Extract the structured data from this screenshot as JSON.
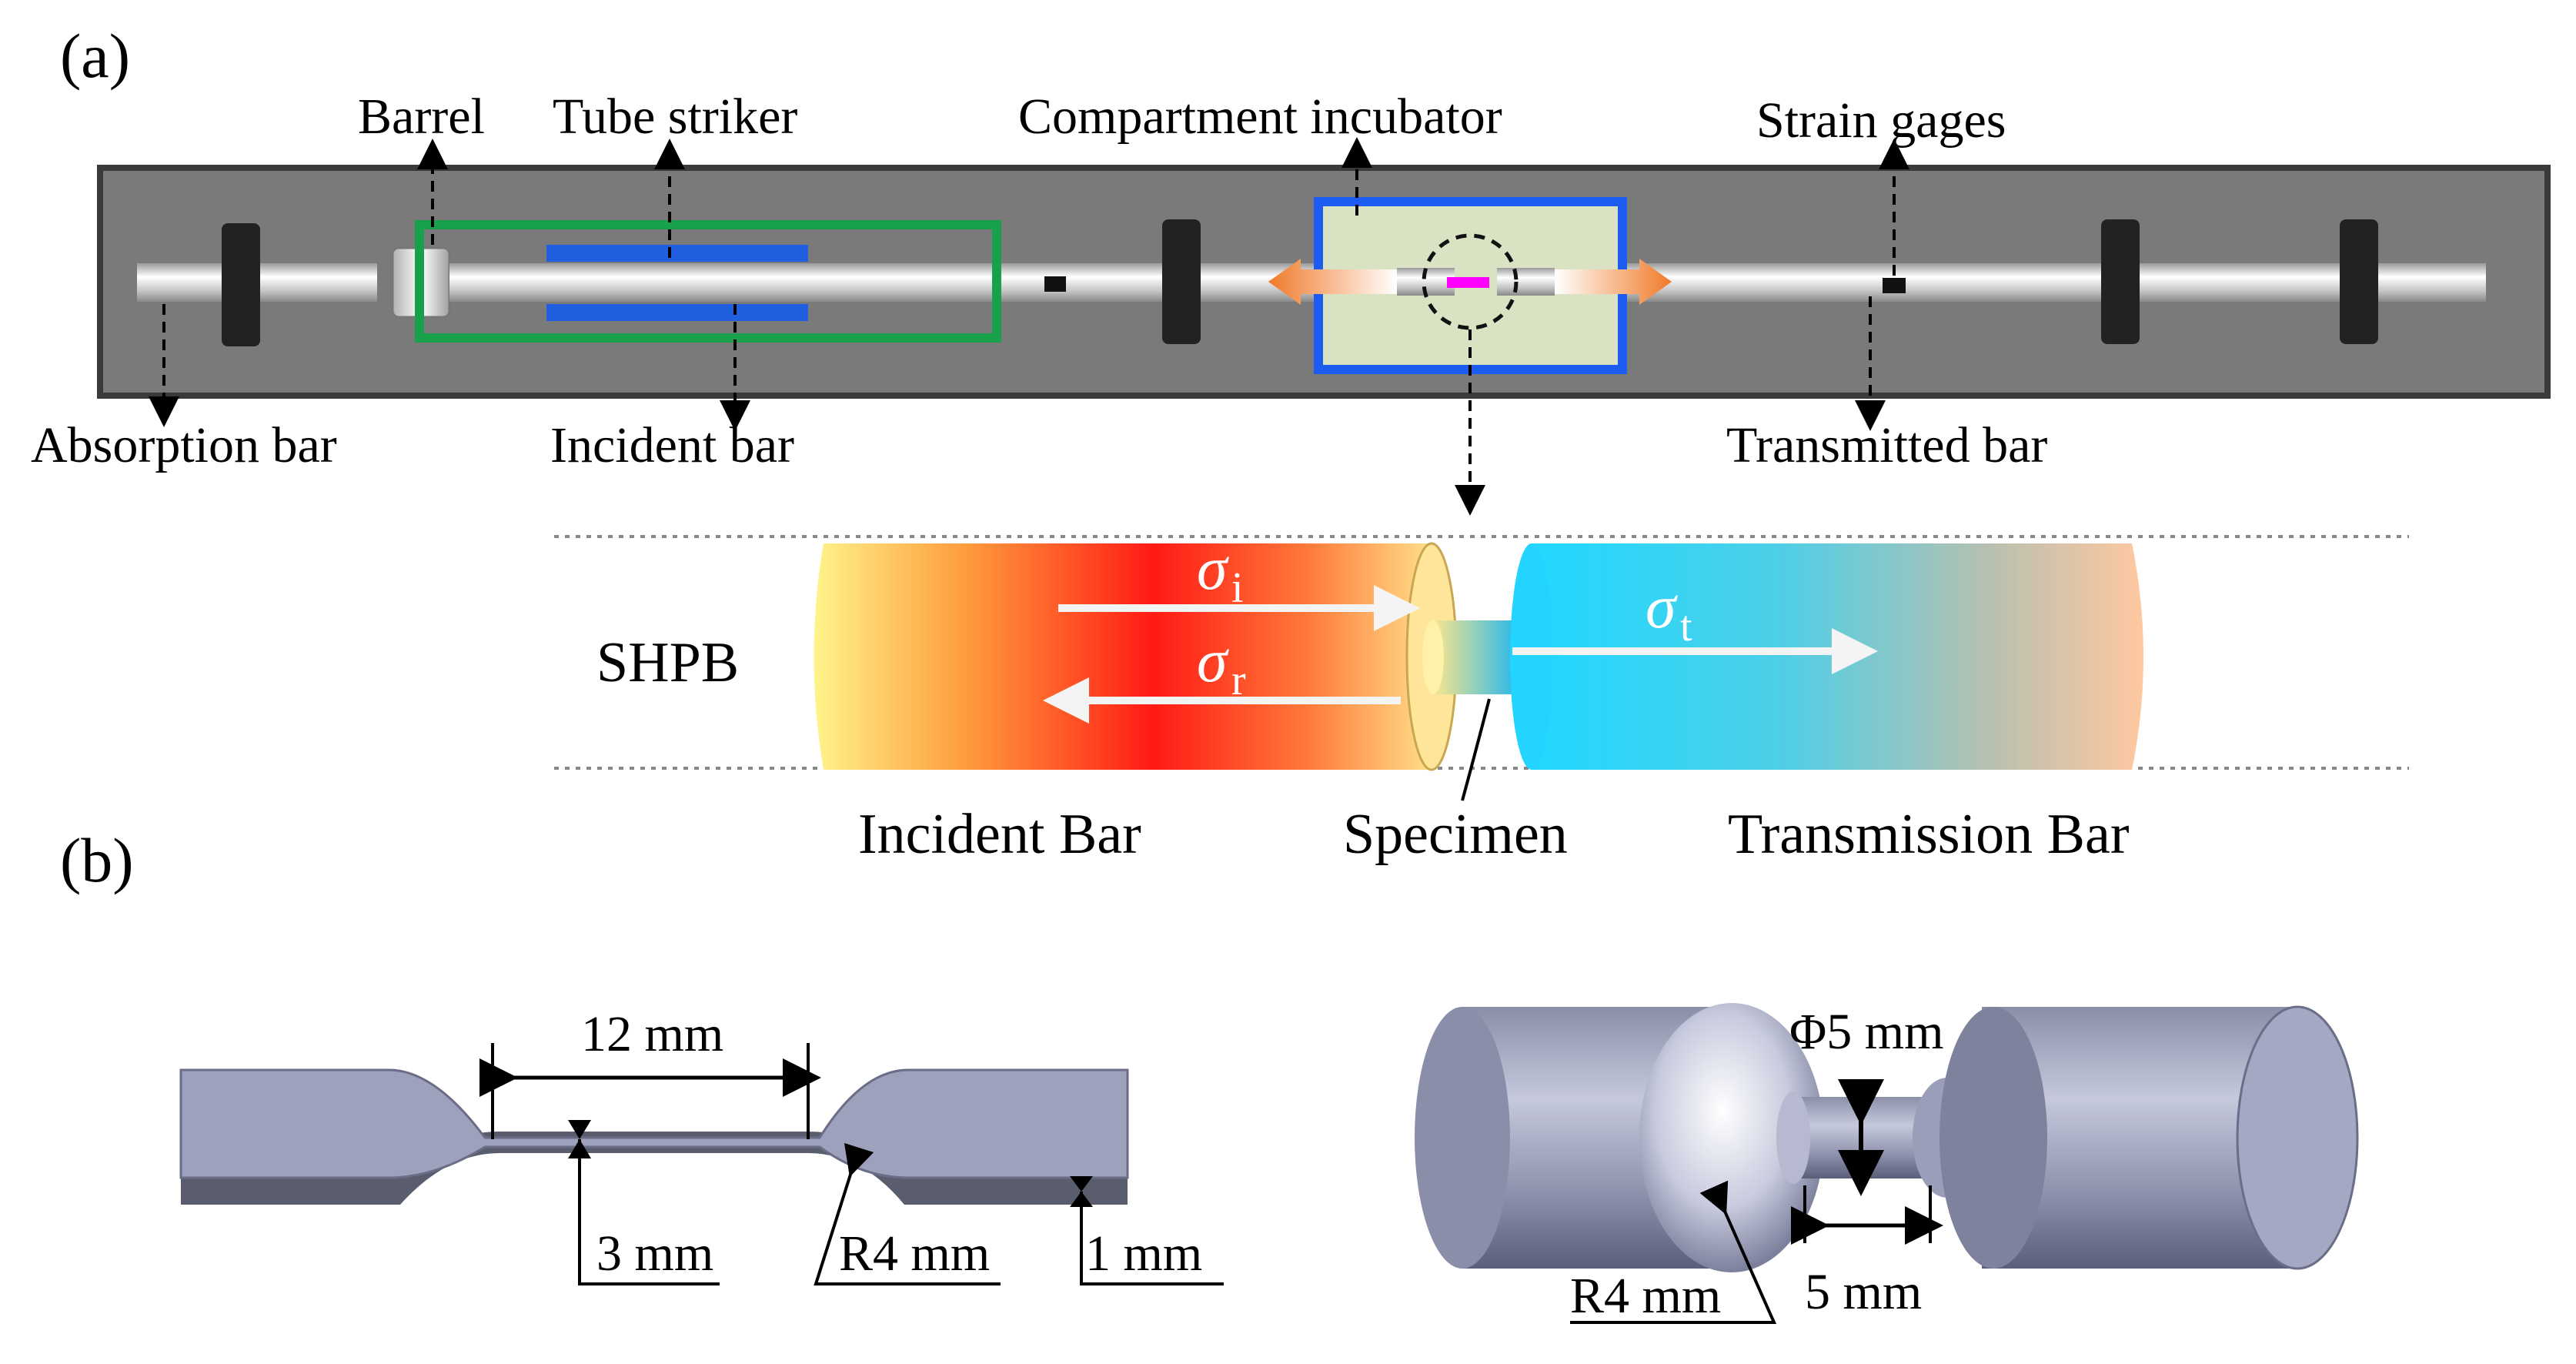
{
  "panel_a": {
    "label": "(a)",
    "callouts": {
      "barrel": "Barrel",
      "tube_striker": "Tube striker",
      "compartment_incubator": "Compartment incubator",
      "strain_gages": "Strain gages",
      "absorption_bar": "Absorption bar",
      "incident_bar": "Incident bar",
      "transmitted_bar": "Transmitted bar"
    },
    "shpb": {
      "title": "SHPB",
      "sigma_symbol": "σ",
      "sigma_i_sub": "i",
      "sigma_r_sub": "r",
      "sigma_t_sub": "t",
      "incident_bar": "Incident Bar",
      "specimen": "Specimen",
      "transmission_bar": "Transmission Bar"
    }
  },
  "panel_b": {
    "label": "(b)",
    "flat_specimen": {
      "gauge_length": "12 mm",
      "gauge_width": "3 mm",
      "radius": "R4 mm",
      "thickness": "1 mm"
    },
    "round_specimen": {
      "diameter": "Φ5 mm",
      "radius": "R4 mm",
      "gauge_length": "5 mm"
    }
  },
  "colors": {
    "bench": "#7a7a7a",
    "striker": "#1f5fe0",
    "barrel_frame": "#18a04a",
    "incubator_frame": "#1c5cf0",
    "incubator_fill": "#d9e3c3",
    "specimen_marker": "#ff00ff",
    "incident_bar_gradient": [
      "#fff48a",
      "#ff1a14"
    ],
    "transmission_bar_gradient": [
      "#20d8ff",
      "#ffc8a0"
    ]
  }
}
